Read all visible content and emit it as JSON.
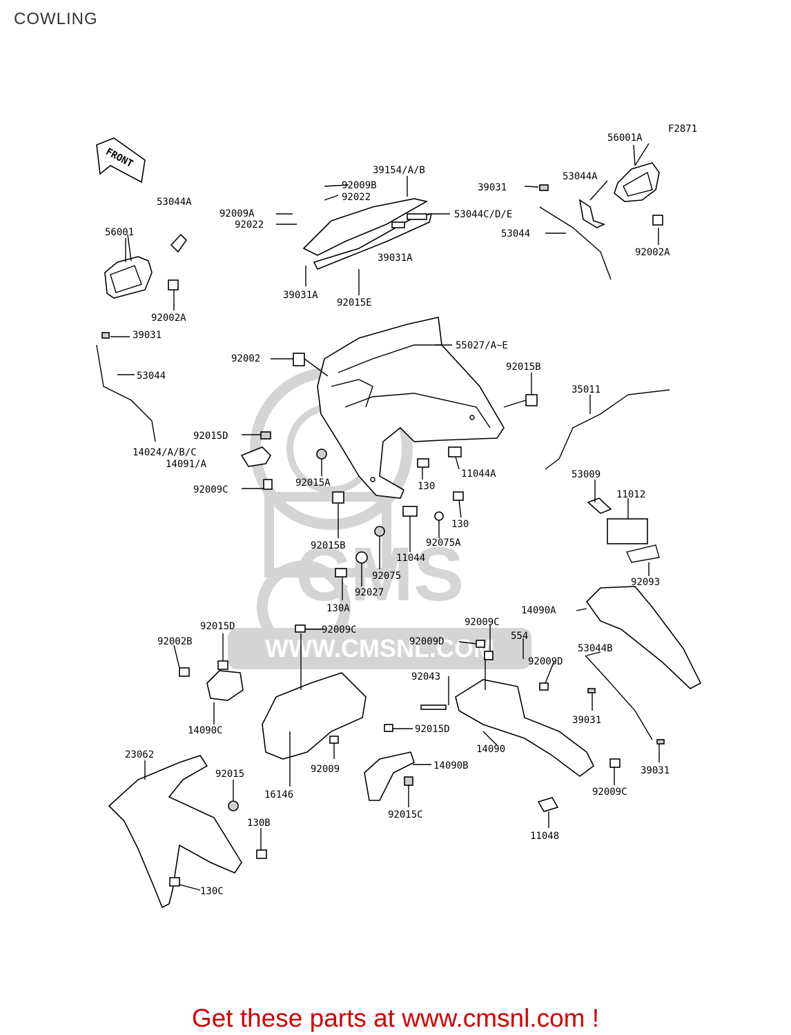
{
  "page": {
    "title": "COWLING",
    "figure_code": "F2871",
    "front_label": "FRONT"
  },
  "watermark": {
    "brand": "CMS",
    "url": "WWW.CMSNL.COM"
  },
  "footer": {
    "cta": "Get these parts at www.cmsnl.com !"
  },
  "labels": [
    "56001A",
    "53044A",
    "39154/A/B",
    "92009B",
    "92022",
    "39031",
    "53044A",
    "92009A",
    "92022",
    "53044C/D/E",
    "53044",
    "56001",
    "39031A",
    "92002A",
    "39031A",
    "92015E",
    "92002A",
    "39031",
    "55027/A~E",
    "92002",
    "92015B",
    "53044",
    "35011",
    "92015D",
    "14024/A/B/C",
    "14091/A",
    "92015A",
    "130",
    "11044A",
    "53009",
    "92009C",
    "11012",
    "130",
    "92015B",
    "92075A",
    "11044",
    "92075",
    "92027",
    "92093",
    "130A",
    "14090A",
    "92009C",
    "92015D",
    "92009C",
    "554",
    "92002B",
    "92009D",
    "53044B",
    "92009D",
    "92043",
    "92015D",
    "39031",
    "14090C",
    "14090",
    "23062",
    "92009",
    "14090B",
    "39031",
    "92015",
    "16146",
    "92009C",
    "130B",
    "92015C",
    "11048",
    "130C"
  ]
}
